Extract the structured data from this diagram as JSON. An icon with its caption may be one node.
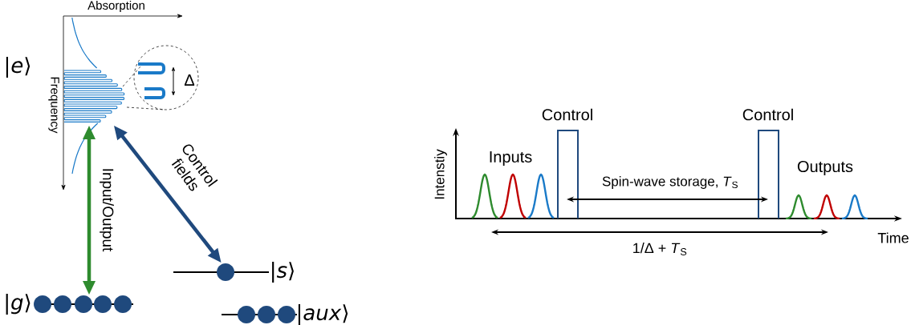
{
  "diagram": {
    "nodes": [
      {
        "text": [],
        "shape": "picture"
      },
      {
        "text": [],
        "shape": "bar",
        "beside": [
          "|*g*⟩"
        ]
      },
      {
        "text": [],
        "shape": "bar",
        "beside": [
          "|*s*⟩"
        ]
      },
      {
        "text": [],
        "shape": "bar",
        "beside": [
          "|*aux*⟩"
        ]
      }
    ],
    "edges": [
      {
        "from": 0,
        "to": 1,
        "arrow": "both",
        "label": "Input/Output",
        "color": "#2e8b2e"
      },
      {
        "from": 0,
        "to": 2,
        "arrow": "both",
        "label": "Control fields",
        "color": "#1f497d"
      }
    ],
    "labels": [
      "Absorption",
      "|*e*⟩",
      "Frequency",
      "Δ",
      "Control",
      "Control",
      "Intenstiy",
      "Inputs",
      "Spin-wave storage, *T*$_{S}$",
      "Outputs",
      "Time",
      "1/Δ + *T*$_{S}$"
    ]
  }
}
